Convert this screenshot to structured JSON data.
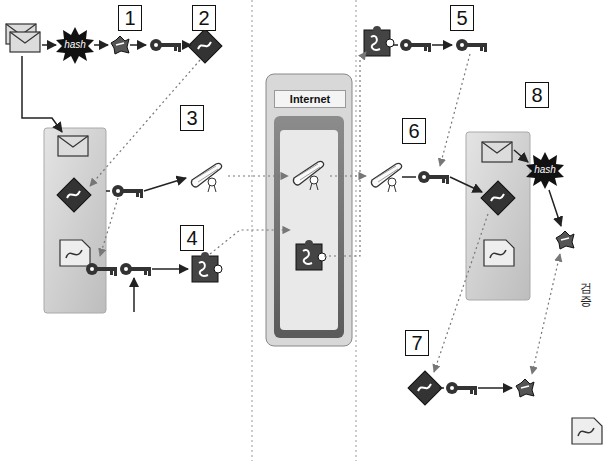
{
  "diagram": {
    "labels": [
      "1",
      "2",
      "hash",
      "3",
      "4",
      "Internet",
      "5",
      "6",
      "8",
      "hash",
      "7",
      "검증"
    ]
  }
}
